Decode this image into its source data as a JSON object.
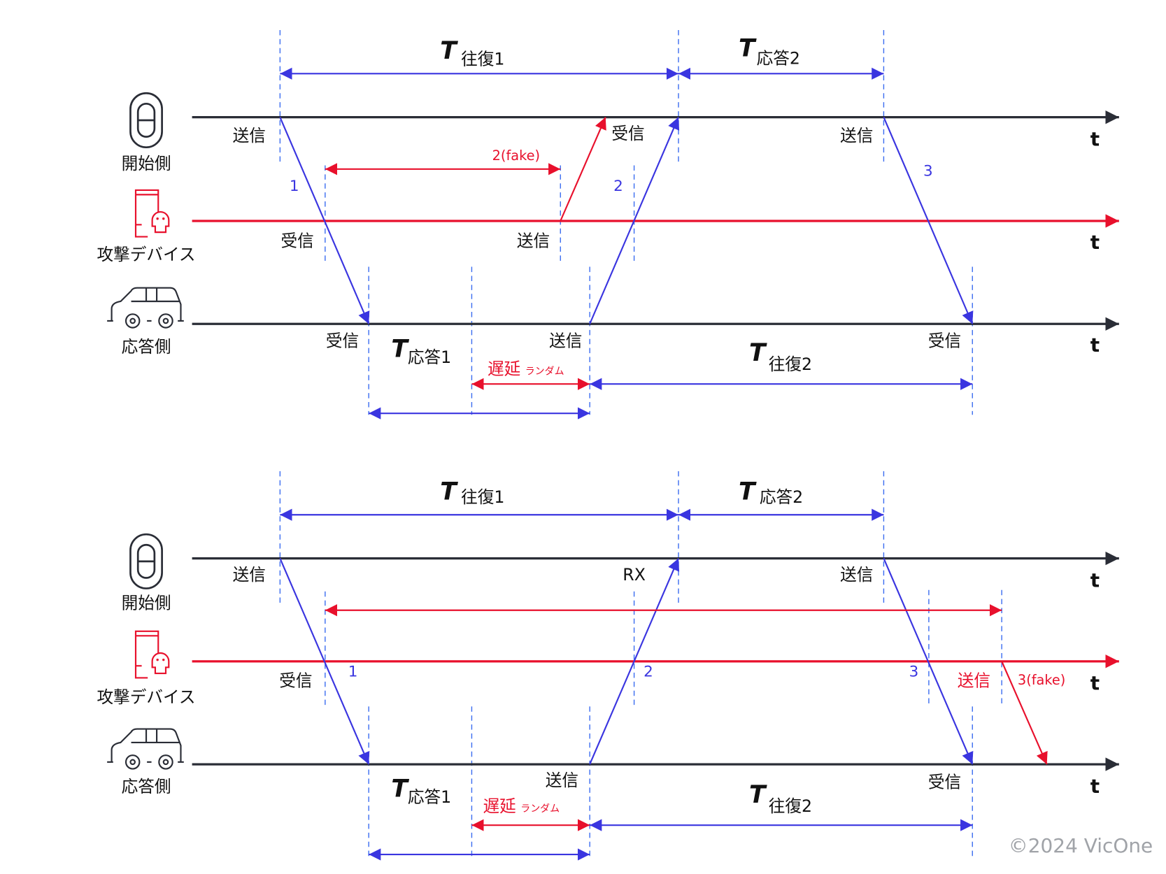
{
  "actors": {
    "initiator": "開始側",
    "attacker": "攻撃デバイス",
    "responder": "応答側"
  },
  "axis_label": "t",
  "icons": [
    "key-fob-icon",
    "attacker-phone-skull-icon",
    "car-icon"
  ],
  "colors": {
    "blue": "#3a35e0",
    "red": "#e8102c",
    "black": "#2a2d36"
  },
  "top": {
    "t_roundtrip1": {
      "T": "T",
      "sub": "往復1"
    },
    "t_response2": {
      "T": "T",
      "sub": "応答2"
    },
    "t_response1": {
      "T": "T",
      "sub": "応答1"
    },
    "t_roundtrip2": {
      "T": "T",
      "sub": "往復2"
    },
    "delay": "遅延",
    "delay_sub": "ランダム",
    "init_send1": "送信",
    "init_recv": "受信",
    "init_send3": "送信",
    "att_recv": "受信",
    "att_send": "送信",
    "resp_recv1": "受信",
    "resp_send": "送信",
    "resp_recv3": "受信",
    "msg1": "1",
    "msg2": "2",
    "msg3": "3",
    "fake": "2(fake)"
  },
  "bottom": {
    "t_roundtrip1": {
      "T": "T",
      "sub": "往復1"
    },
    "t_response2": {
      "T": "T",
      "sub": "応答2"
    },
    "t_response1": {
      "T": "T",
      "sub": "応答1"
    },
    "t_roundtrip2": {
      "T": "T",
      "sub": "往復2"
    },
    "delay": "遅延",
    "delay_sub": "ランダム",
    "init_send1": "送信",
    "init_recv": "RX",
    "init_send3": "送信",
    "att_recv": "受信",
    "att_send": "送信",
    "resp_send": "送信",
    "resp_recv3": "受信",
    "msg1": "1",
    "msg2": "2",
    "msg3": "3",
    "fake": "3(fake)"
  },
  "copyright": "©2024 VicOne"
}
